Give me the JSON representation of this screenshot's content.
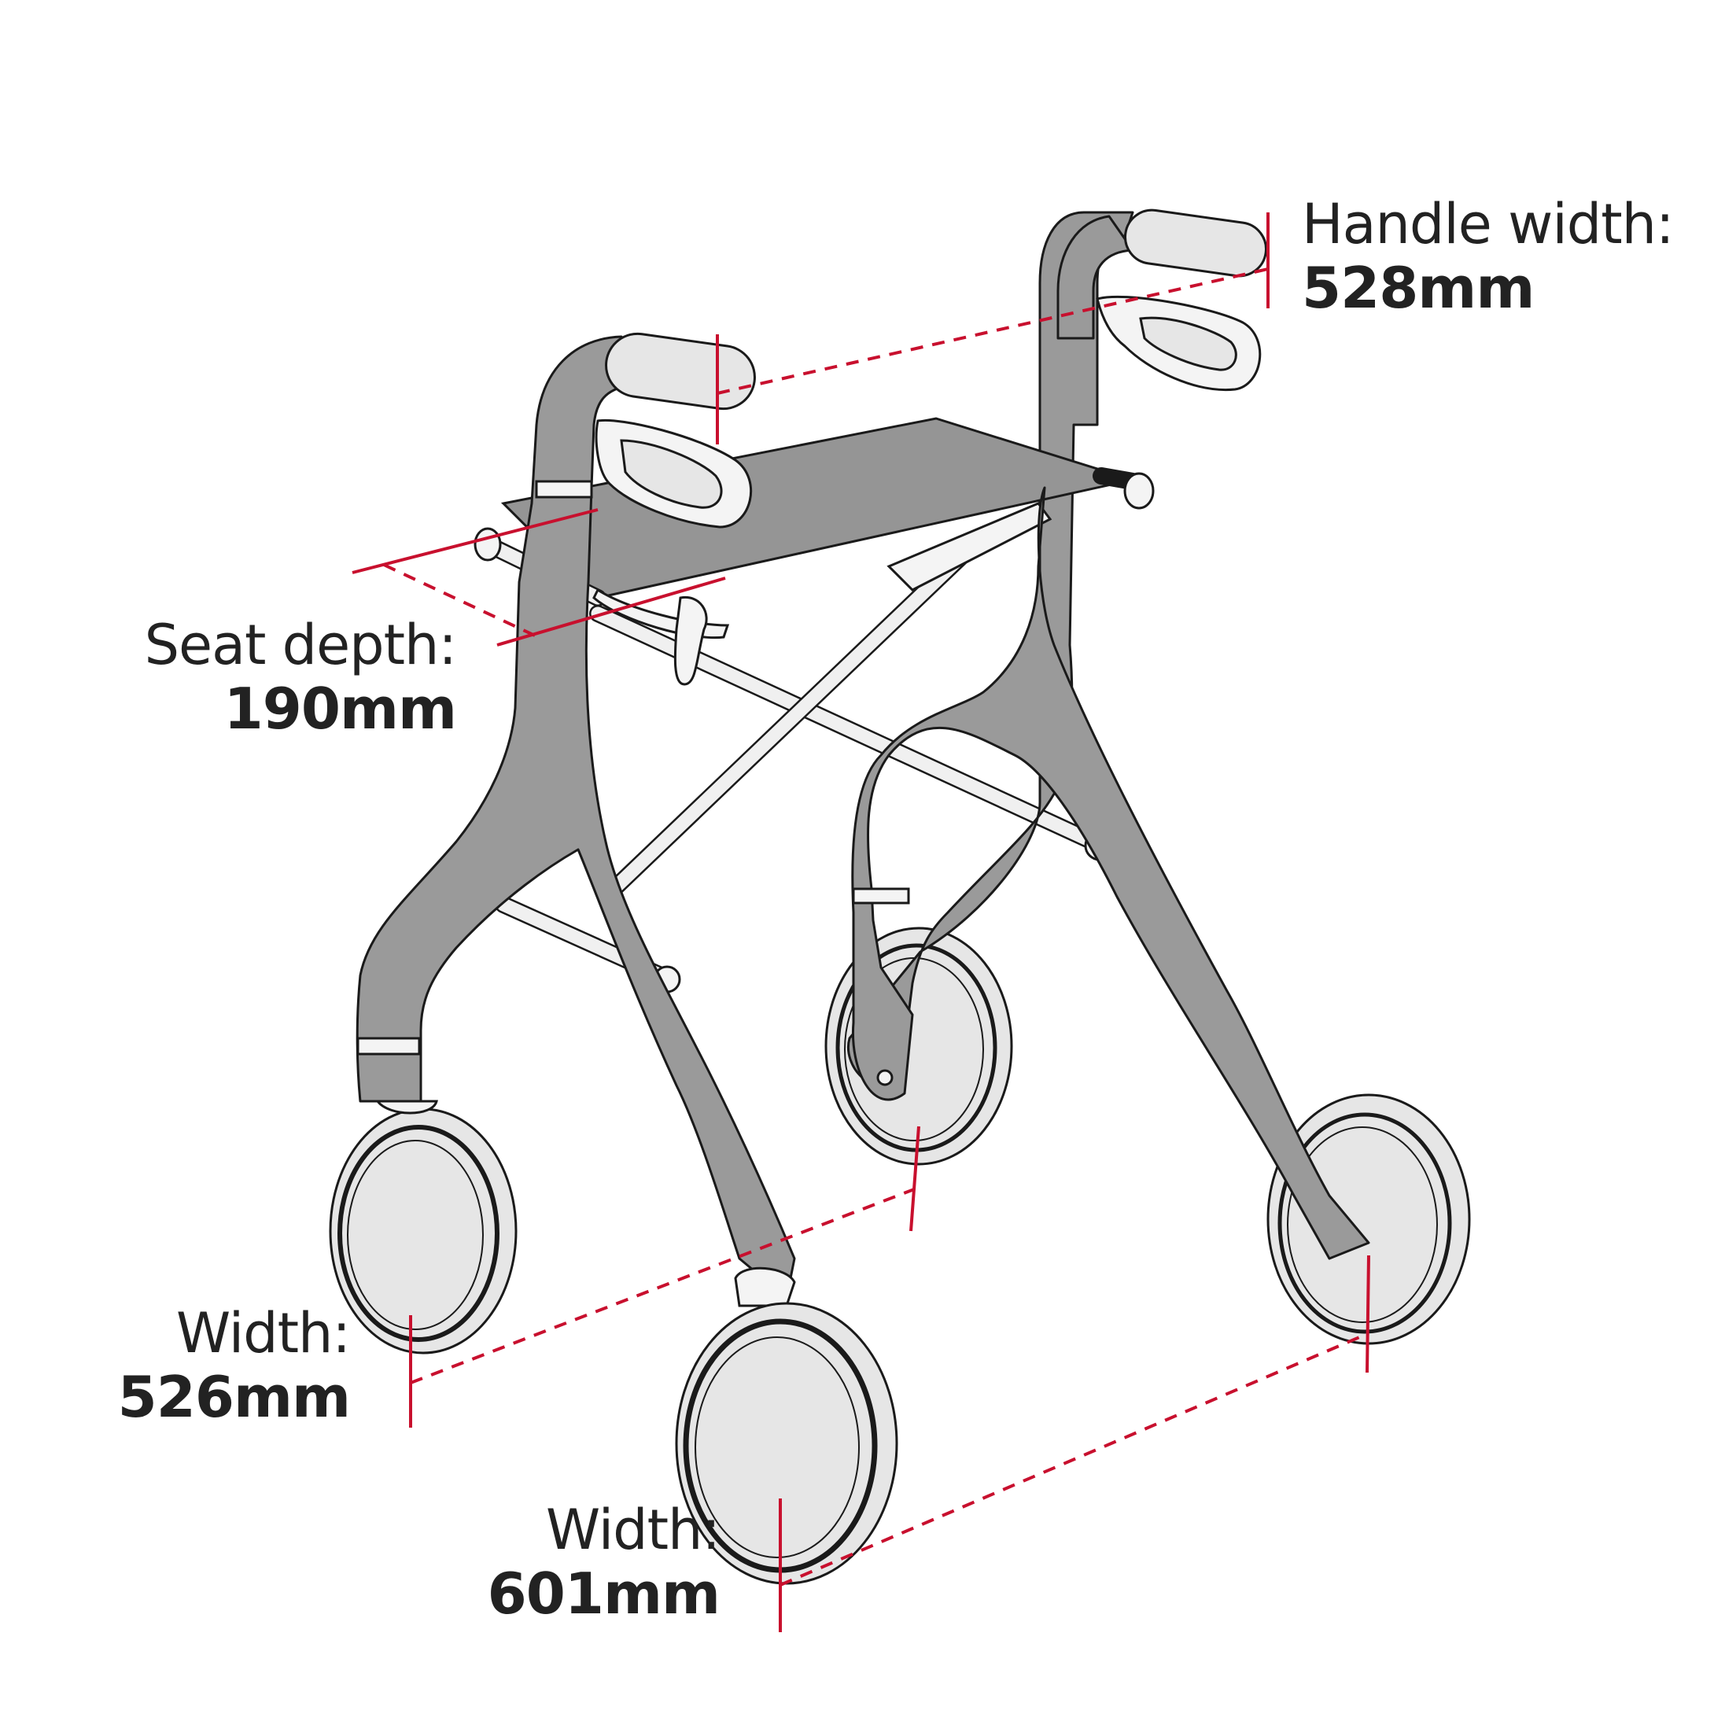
{
  "measurements": [
    {
      "id": "handle_width",
      "label": "Handle width:",
      "value": "528mm"
    },
    {
      "id": "seat_depth",
      "label": "Seat depth:",
      "value": "190mm"
    },
    {
      "id": "rear_width",
      "label": "Width:",
      "value": "526mm"
    },
    {
      "id": "front_width",
      "label": "Width:",
      "value": "601mm"
    }
  ],
  "colors": {
    "frame": "#9a9a9a",
    "outline": "#1a1a1a",
    "wheel": "#e8e8e8",
    "grip": "#e2e2e2",
    "dimension_line": "#c8102e",
    "text": "#222222"
  }
}
